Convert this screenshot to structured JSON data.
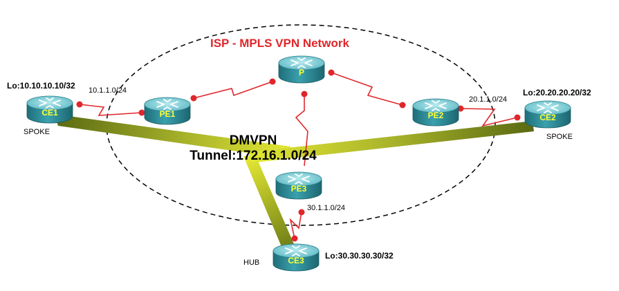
{
  "title": "ISP - MPLS VPN Network",
  "routers": {
    "ce1": "CE1",
    "pe1": "PE1",
    "p": "P",
    "pe2": "PE2",
    "ce2": "CE2",
    "pe3": "PE3",
    "ce3": "CE3"
  },
  "loopbacks": {
    "ce1": "Lo:10.10.10.10/32",
    "ce2": "Lo:20.20.20.20/32",
    "ce3": "Lo:30.30.30.30/32"
  },
  "subnets": {
    "ce1_pe1": "10.1.1.0/24",
    "ce2_pe2": "20.1.1.0/24",
    "ce3_pe3": "30.1.1.0/24"
  },
  "roles": {
    "ce1": "SPOKE",
    "ce2": "SPOKE",
    "ce3": "HUB"
  },
  "tunnel": {
    "name": "DMVPN",
    "subnet": "Tunnel:172.16.1.0/24"
  },
  "colors": {
    "title": "#e0262b",
    "link": "#e0262b",
    "endpoint": "#e0262b",
    "tunnel_dark": "#5a6a12",
    "tunnel_light": "#e4e833",
    "router_body": "#2f8e9a",
    "router_top": "#7fd0d8",
    "router_label": "#ffff33"
  }
}
